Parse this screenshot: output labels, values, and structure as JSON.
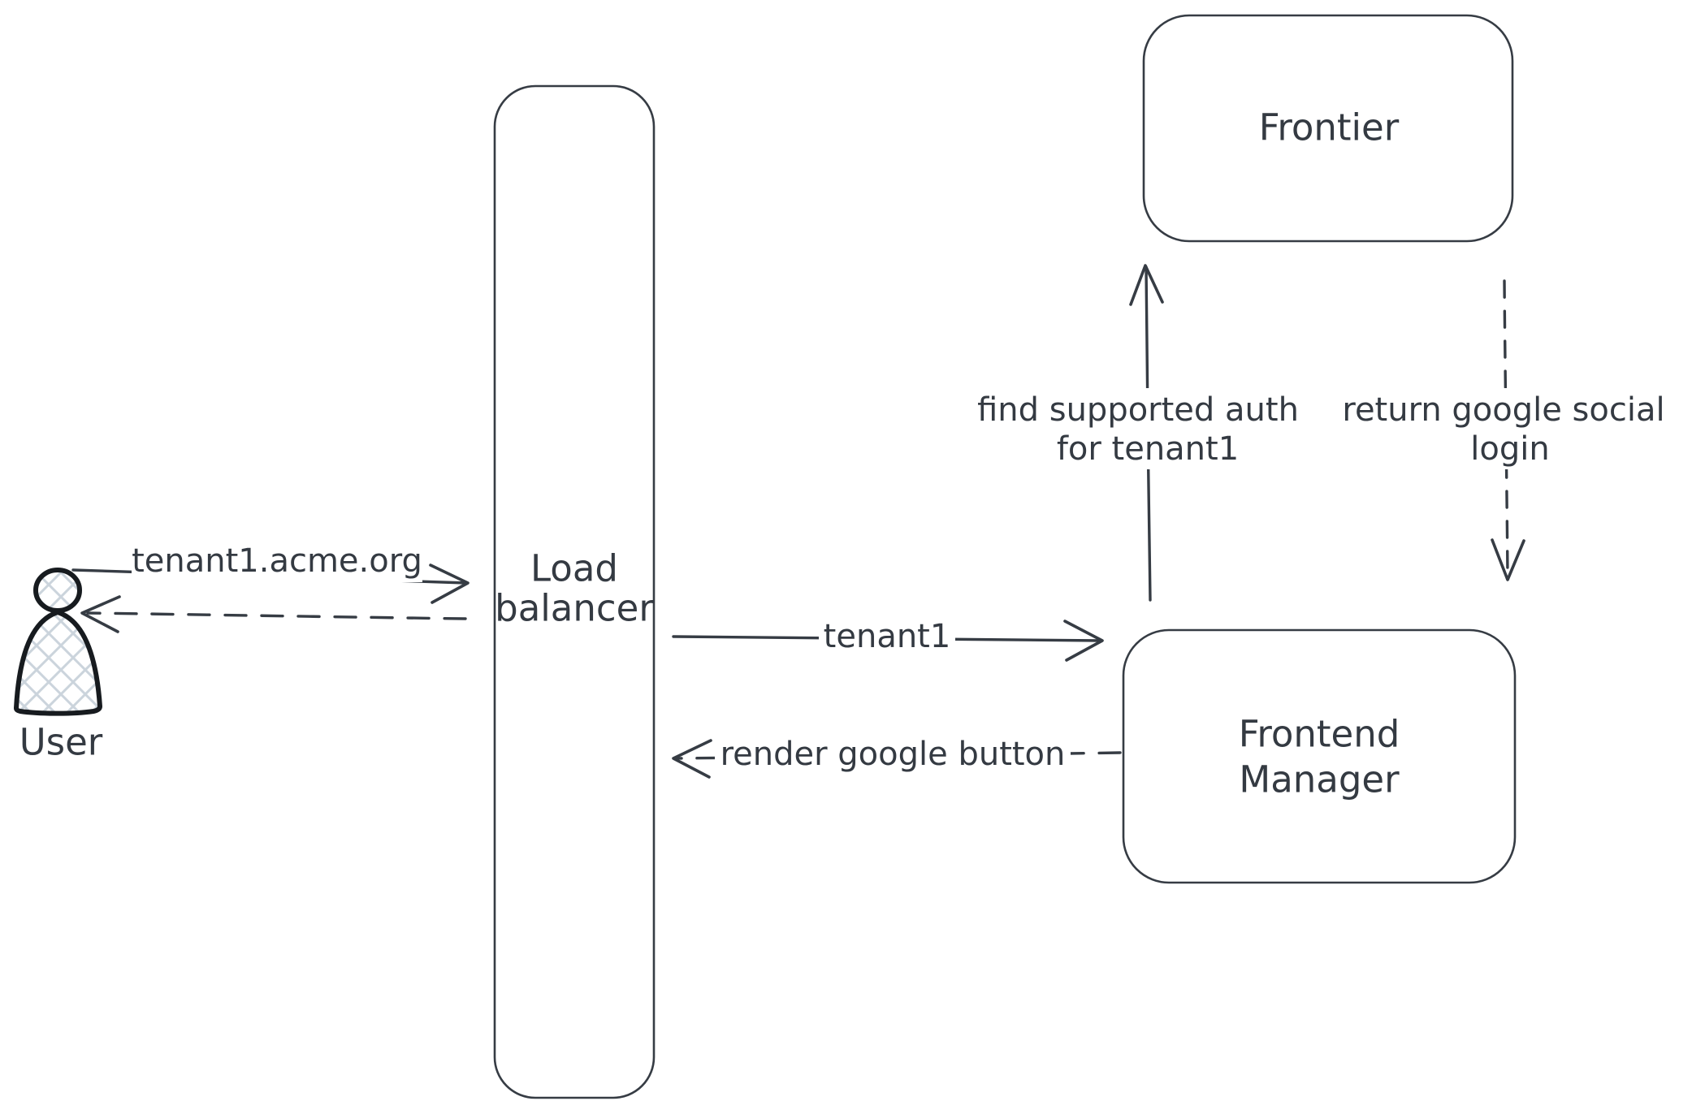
{
  "nodes": {
    "user": {
      "label": "User"
    },
    "load_balancer": {
      "label_line1": "Load",
      "label_line2": "balancer"
    },
    "frontier": {
      "label": "Frontier"
    },
    "frontend_manager": {
      "label_line1": "Frontend",
      "label_line2": "Manager"
    }
  },
  "edges": {
    "user_to_load_balancer": {
      "label": "tenant1.acme.org",
      "style": "solid"
    },
    "load_balancer_to_user": {
      "style": "dashed"
    },
    "load_balancer_to_frontend_manager": {
      "label": "tenant1",
      "style": "solid"
    },
    "frontend_manager_to_load_balancer": {
      "label": "render google button",
      "style": "dashed"
    },
    "frontend_manager_to_frontier": {
      "label_line1": "find supported auth",
      "label_line2": "for tenant1",
      "style": "solid"
    },
    "frontier_to_frontend_manager": {
      "label_line1": "return google social",
      "label_line2": "login",
      "style": "dashed"
    }
  },
  "colors": {
    "stroke": "#363c44",
    "text": "#343a42",
    "actor_stroke": "#171b1f",
    "hatch_fill": "#cbd4dc",
    "background": "#ffffff"
  }
}
